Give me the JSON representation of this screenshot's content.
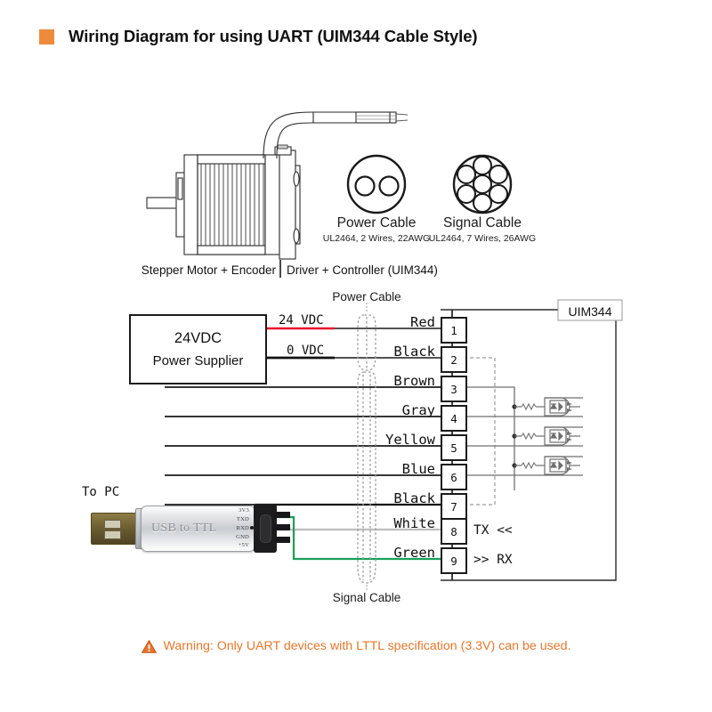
{
  "title": {
    "text": "Wiring Diagram for using UART (UIM344 Cable Style)",
    "bullet_color": "#ed8b3c"
  },
  "cable_legend": [
    {
      "name": "Power Cable",
      "spec": "UL2464, 2 Wires, 22AWG",
      "wire_count": 2
    },
    {
      "name": "Signal Cable",
      "spec": "UL2464, 7 Wires, 26AWG",
      "wire_count": 7
    }
  ],
  "component_captions": {
    "left": "Stepper Motor + Encoder",
    "right": "Driver + Controller (UIM344)"
  },
  "power_supply": {
    "line1": "24VDC",
    "line2": "Power Supplier",
    "positive_label": "24  VDC",
    "negative_label": "0  VDC",
    "positive_color": "#e8112d",
    "negative_color": "#111111"
  },
  "cable_markers": {
    "power": "Power Cable",
    "signal": "Signal Cable"
  },
  "controller": {
    "box_label": "UIM344",
    "tx_label": "TX <<",
    "rx_label": ">> RX"
  },
  "terminals": [
    {
      "number": "1",
      "wire": "Red",
      "color": "#111111"
    },
    {
      "number": "2",
      "wire": "Black",
      "color": "#111111"
    },
    {
      "number": "3",
      "wire": "Brown",
      "color": "#111111"
    },
    {
      "number": "4",
      "wire": "Gray",
      "color": "#111111"
    },
    {
      "number": "5",
      "wire": "Yellow",
      "color": "#111111"
    },
    {
      "number": "6",
      "wire": "Blue",
      "color": "#111111"
    },
    {
      "number": "7",
      "wire": "Black",
      "color": "#111111"
    },
    {
      "number": "8",
      "wire": "White",
      "color": "#b8b8b8"
    },
    {
      "number": "9",
      "wire": "Green",
      "color": "#19a05a"
    }
  ],
  "usb_adapter": {
    "to_pc_label": "To PC",
    "brand_text": "USB to TTL",
    "pins": [
      "3V3",
      "TXD",
      "RXD",
      "GND",
      "+5V"
    ]
  },
  "warning": {
    "icon": "warning-triangle-icon",
    "text": "Warning: Only UART devices with LTTL specification (3.3V) can be used.",
    "color": "#e8762a"
  }
}
